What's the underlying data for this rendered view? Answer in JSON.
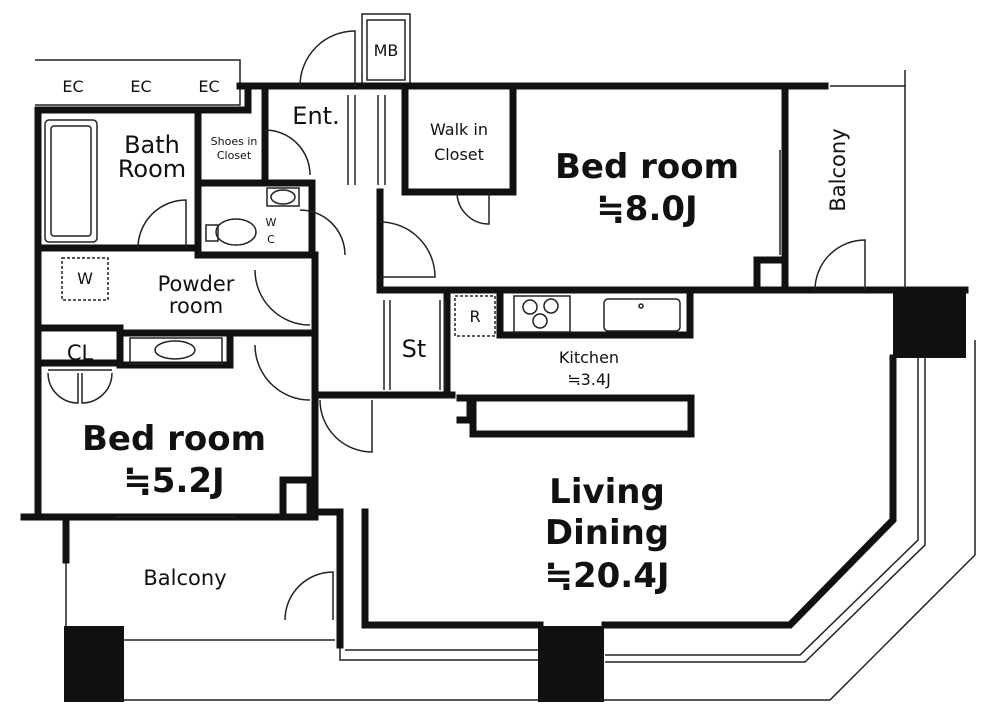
{
  "labels": {
    "mb": "MB",
    "ec1": "EC",
    "ec2": "EC",
    "ec3": "EC",
    "entrance": "Ent.",
    "walk_in_1": "Walk in",
    "walk_in_2": "Closet",
    "bath_1": "Bath",
    "bath_2": "Room",
    "shoes_1": "Shoes in",
    "shoes_2": "Closet",
    "wc_w": "W",
    "wc_c": "C",
    "bed8_name": "Bed room",
    "bed8_size": "≒8.0J",
    "balcony_right": "Balcony",
    "washer": "W",
    "powder_1": "Powder",
    "powder_2": "room",
    "fridge": "R",
    "storage": "St",
    "kitchen_name": "Kitchen",
    "kitchen_size": "≒3.4J",
    "closet": "CL",
    "bed5_name": "Bed room",
    "bed5_size": "≒5.2J",
    "living_1": "Living",
    "living_2": "Dining",
    "living_size": "≒20.4J",
    "balcony_bottom": "Balcony"
  }
}
